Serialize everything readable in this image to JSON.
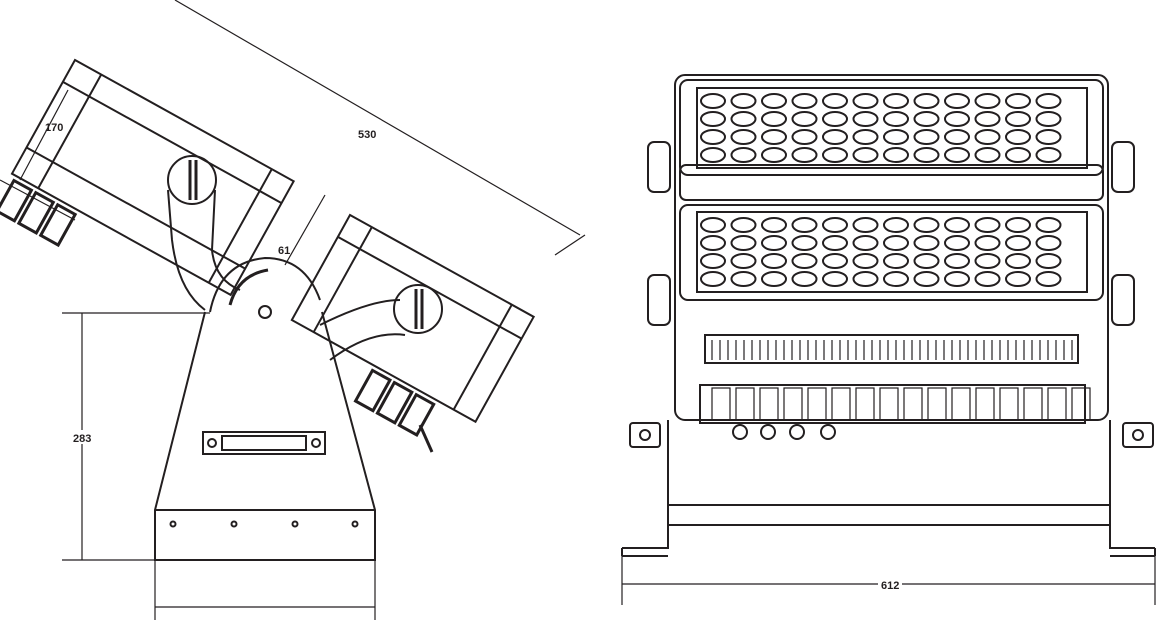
{
  "dimensions": {
    "head_depth": "170",
    "head_length": "530",
    "pivot_offset": "61",
    "base_height": "283",
    "total_width": "612"
  },
  "views": [
    "side-view",
    "front-view"
  ],
  "led_grid": {
    "rows": 4,
    "columns": 12,
    "panels": 2
  }
}
